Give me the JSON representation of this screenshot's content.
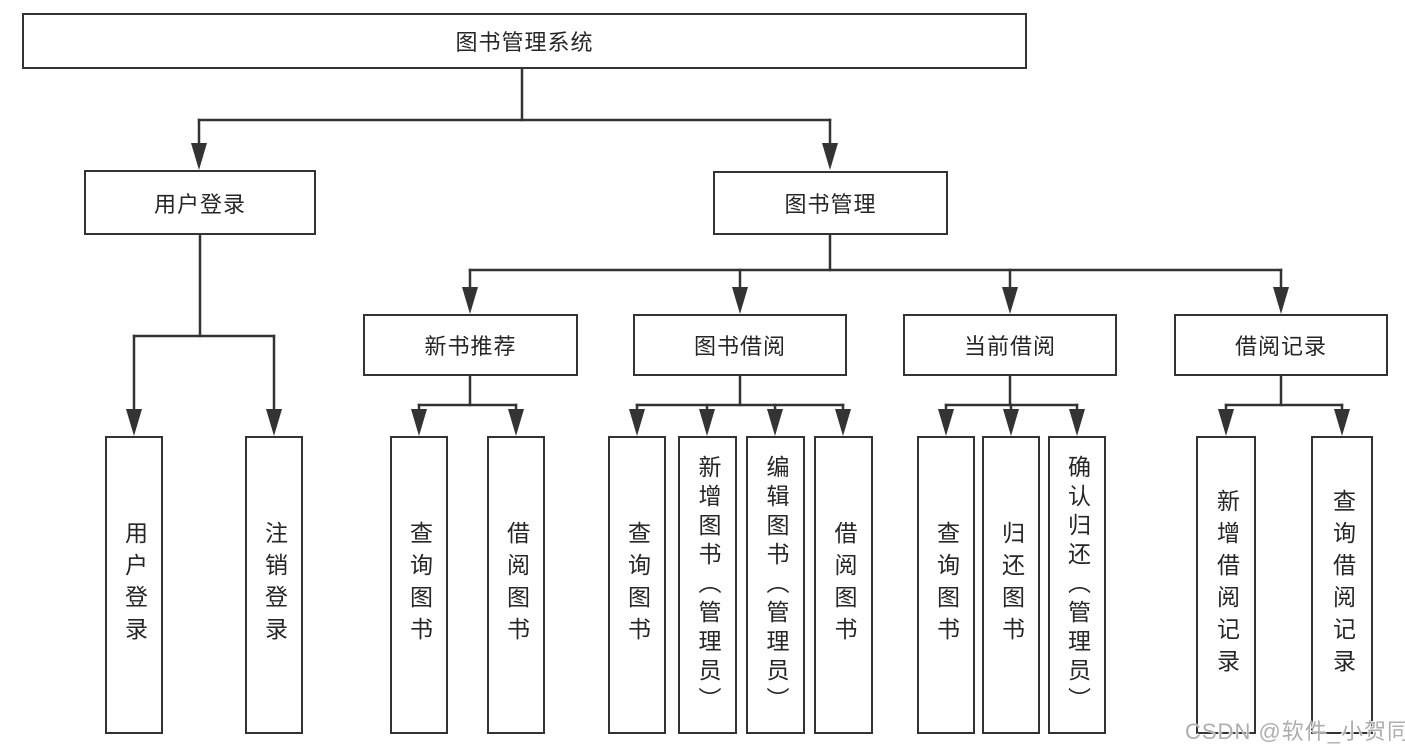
{
  "tree": {
    "root": {
      "label": "图书管理系统"
    },
    "user_login": {
      "label": "用户登录",
      "children": {
        "login": {
          "label": "用户登录"
        },
        "logout": {
          "label": "注销登录"
        }
      }
    },
    "book_mgmt": {
      "label": "图书管理",
      "sections": {
        "new_book_rec": {
          "label": "新书推荐",
          "children": {
            "query": {
              "label": "查询图书"
            },
            "borrow": {
              "label": "借阅图书"
            }
          }
        },
        "book_borrow": {
          "label": "图书借阅",
          "children": {
            "query": {
              "label": "查询图书"
            },
            "add": {
              "label": "新增图书（管理员）"
            },
            "edit": {
              "label": "编辑图书（管理员）"
            },
            "borrow": {
              "label": "借阅图书"
            }
          }
        },
        "current_borrow": {
          "label": "当前借阅",
          "children": {
            "query": {
              "label": "查询图书"
            },
            "return": {
              "label": "归还图书"
            },
            "confirm": {
              "label": "确认归还（管理员）"
            }
          }
        },
        "borrow_records": {
          "label": "借阅记录",
          "children": {
            "add": {
              "label": "新增借阅记录"
            },
            "query": {
              "label": "查询借阅记录"
            }
          }
        }
      }
    }
  },
  "watermark": {
    "text": "CSDN @软件_小贺同学",
    "color": "#aeaeae"
  },
  "colors": {
    "line": "#333333",
    "text": "#262626",
    "background": "#ffffff"
  }
}
